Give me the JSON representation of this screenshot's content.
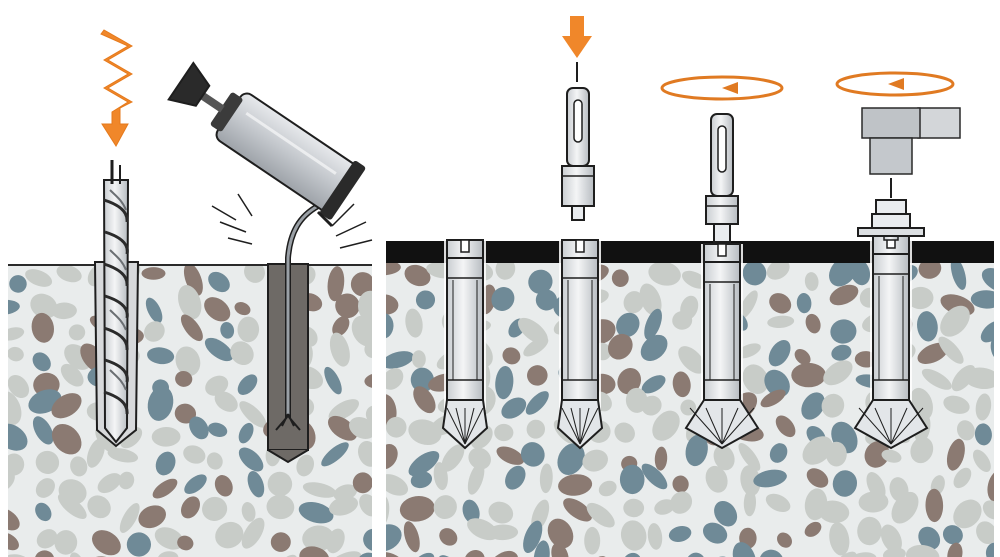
{
  "diagram": {
    "kind": "anchor-installation-sequence",
    "steps": [
      {
        "id": "drill",
        "action": "drill-hole",
        "icon": "hammer-drill-bit"
      },
      {
        "id": "clean",
        "action": "blow-out-hole",
        "icon": "blow-pump"
      },
      {
        "id": "set",
        "action": "insert-and-drive-anchor",
        "icon": "setting-tool"
      },
      {
        "id": "expand",
        "action": "rotate-to-expand",
        "icon": "rotating-setting-tool"
      },
      {
        "id": "tighten",
        "action": "tighten-nut",
        "icon": "torque-wrench"
      }
    ]
  },
  "colors": {
    "arrow": "#f0872a",
    "concrete": "#e9ecec",
    "stone_blue": "#6f8a97",
    "stone_brown": "#8b7a72",
    "stone_grey": "#c8ccc8",
    "steel": "#e9ecef",
    "outline": "#1e1e1e",
    "slab": "#111111",
    "hole": "#6e6a66"
  }
}
